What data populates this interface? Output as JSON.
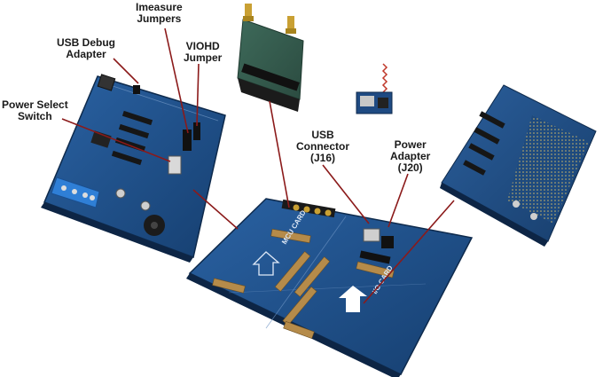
{
  "labels": {
    "imeasure": [
      "Imeasure",
      "Jumpers"
    ],
    "usb_debug": [
      "USB Debug",
      "Adapter"
    ],
    "viohd": [
      "VIOHD",
      "Jumper"
    ],
    "power_select": [
      "Power Select",
      "Switch"
    ],
    "usb_connector": [
      "USB",
      "Connector",
      "(J16)"
    ],
    "power_adapter": [
      "Power",
      "Adapter",
      "(J20)"
    ]
  },
  "silkscreen": {
    "mcu_card": "MCU CARD",
    "io_card": "I/O CARD"
  },
  "colors": {
    "board_blue": "#1f4f86",
    "board_dark": "#143a66",
    "leader_line": "#8b1a1a",
    "label_text": "#1a1a1a"
  }
}
